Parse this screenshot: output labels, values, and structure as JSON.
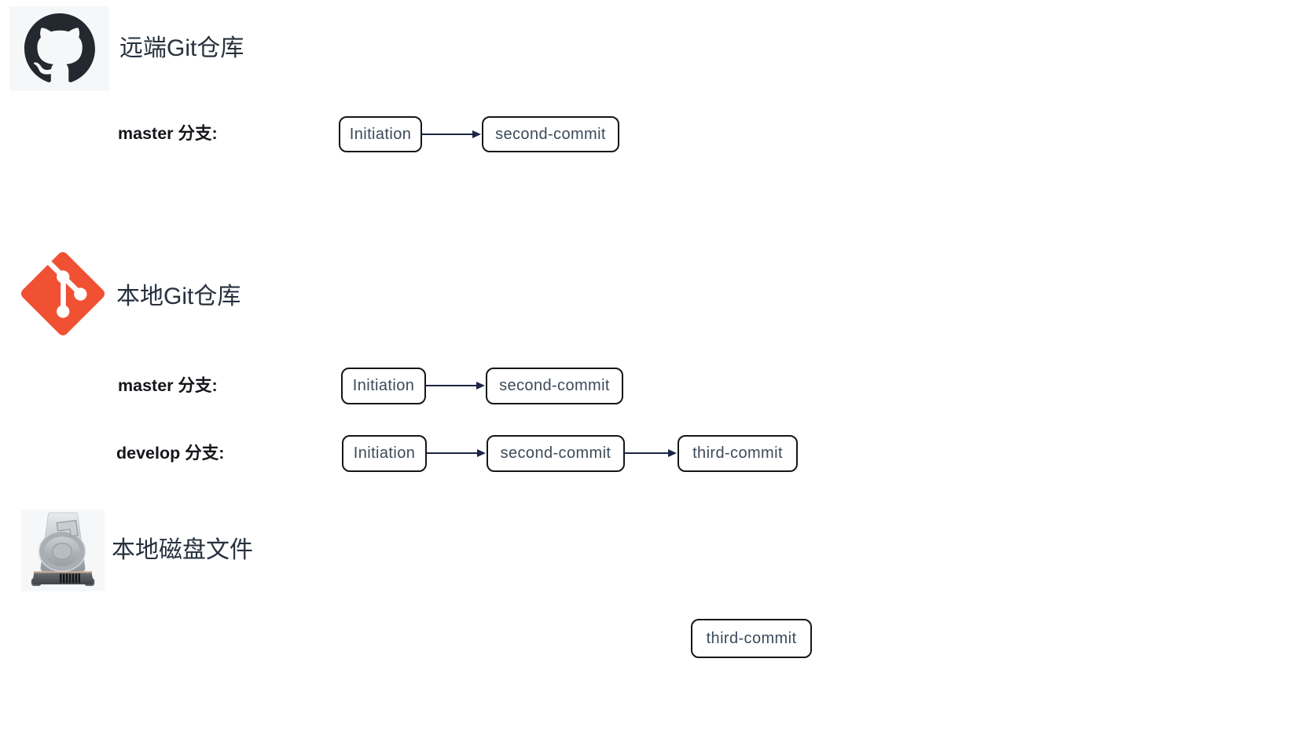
{
  "sections": {
    "remote": {
      "title": "远端Git仓库",
      "icon": "github-icon",
      "branches": [
        {
          "label": "master 分支:",
          "commits": [
            "Initiation",
            "second-commit"
          ]
        }
      ]
    },
    "local": {
      "title": "本地Git仓库",
      "icon": "git-icon",
      "branches": [
        {
          "label": "master 分支:",
          "commits": [
            "Initiation",
            "second-commit"
          ]
        },
        {
          "label": "develop 分支:",
          "commits": [
            "Initiation",
            "second-commit",
            "third-commit"
          ]
        }
      ]
    },
    "disk": {
      "title": "本地磁盘文件",
      "icon": "hard-drive-icon",
      "commits": [
        "third-commit"
      ]
    }
  },
  "colors": {
    "box_border": "#15161c",
    "box_text": "#3c4a59",
    "arrow": "#1c2547",
    "section_title": "#27313e",
    "branch_label": "#14161a",
    "github_dark": "#24292f",
    "git_red": "#f05133",
    "icon_tile_bg": "#f6f7f9"
  }
}
